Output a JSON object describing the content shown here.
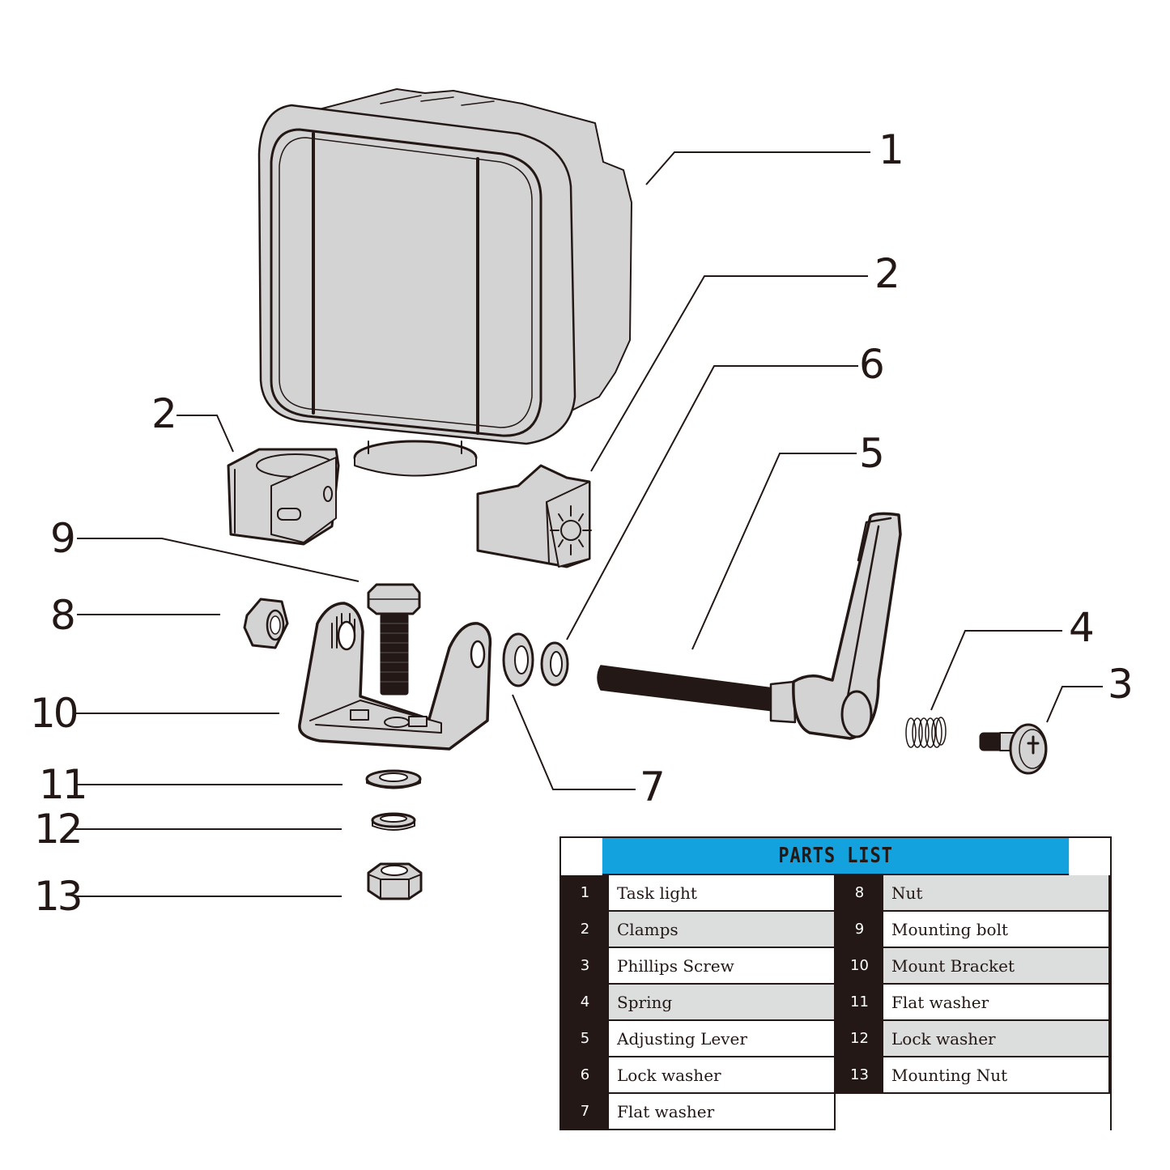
{
  "callouts": [
    {
      "num": "1",
      "part": "Task light"
    },
    {
      "num": "2",
      "part": "Clamps"
    },
    {
      "num": "2",
      "part": "Clamps"
    },
    {
      "num": "6",
      "part": "Lock washer"
    },
    {
      "num": "5",
      "part": "Adjusting Lever"
    },
    {
      "num": "9",
      "part": "Mounting bolt"
    },
    {
      "num": "8",
      "part": "Nut"
    },
    {
      "num": "10",
      "part": "Mount Bracket"
    },
    {
      "num": "4",
      "part": "Spring"
    },
    {
      "num": "3",
      "part": "Phillips Screw"
    },
    {
      "num": "11",
      "part": "Flat washer"
    },
    {
      "num": "12",
      "part": "Lock washer"
    },
    {
      "num": "7",
      "part": "Flat washer"
    },
    {
      "num": "13",
      "part": "Mounting Nut"
    }
  ],
  "parts_list": {
    "title": "PARTS LIST",
    "header_color": "#13a2dd",
    "left": [
      {
        "num": "1",
        "name": "Task light"
      },
      {
        "num": "2",
        "name": "Clamps"
      },
      {
        "num": "3",
        "name": "Phillips Screw"
      },
      {
        "num": "4",
        "name": "Spring"
      },
      {
        "num": "5",
        "name": "Adjusting Lever"
      },
      {
        "num": "6",
        "name": "Lock washer"
      },
      {
        "num": "7",
        "name": "Flat washer"
      }
    ],
    "right": [
      {
        "num": "8",
        "name": "Nut"
      },
      {
        "num": "9",
        "name": "Mounting bolt"
      },
      {
        "num": "10",
        "name": "Mount Bracket"
      },
      {
        "num": "11",
        "name": "Flat washer"
      },
      {
        "num": "12",
        "name": "Lock washer"
      },
      {
        "num": "13",
        "name": "Mounting Nut"
      }
    ]
  }
}
